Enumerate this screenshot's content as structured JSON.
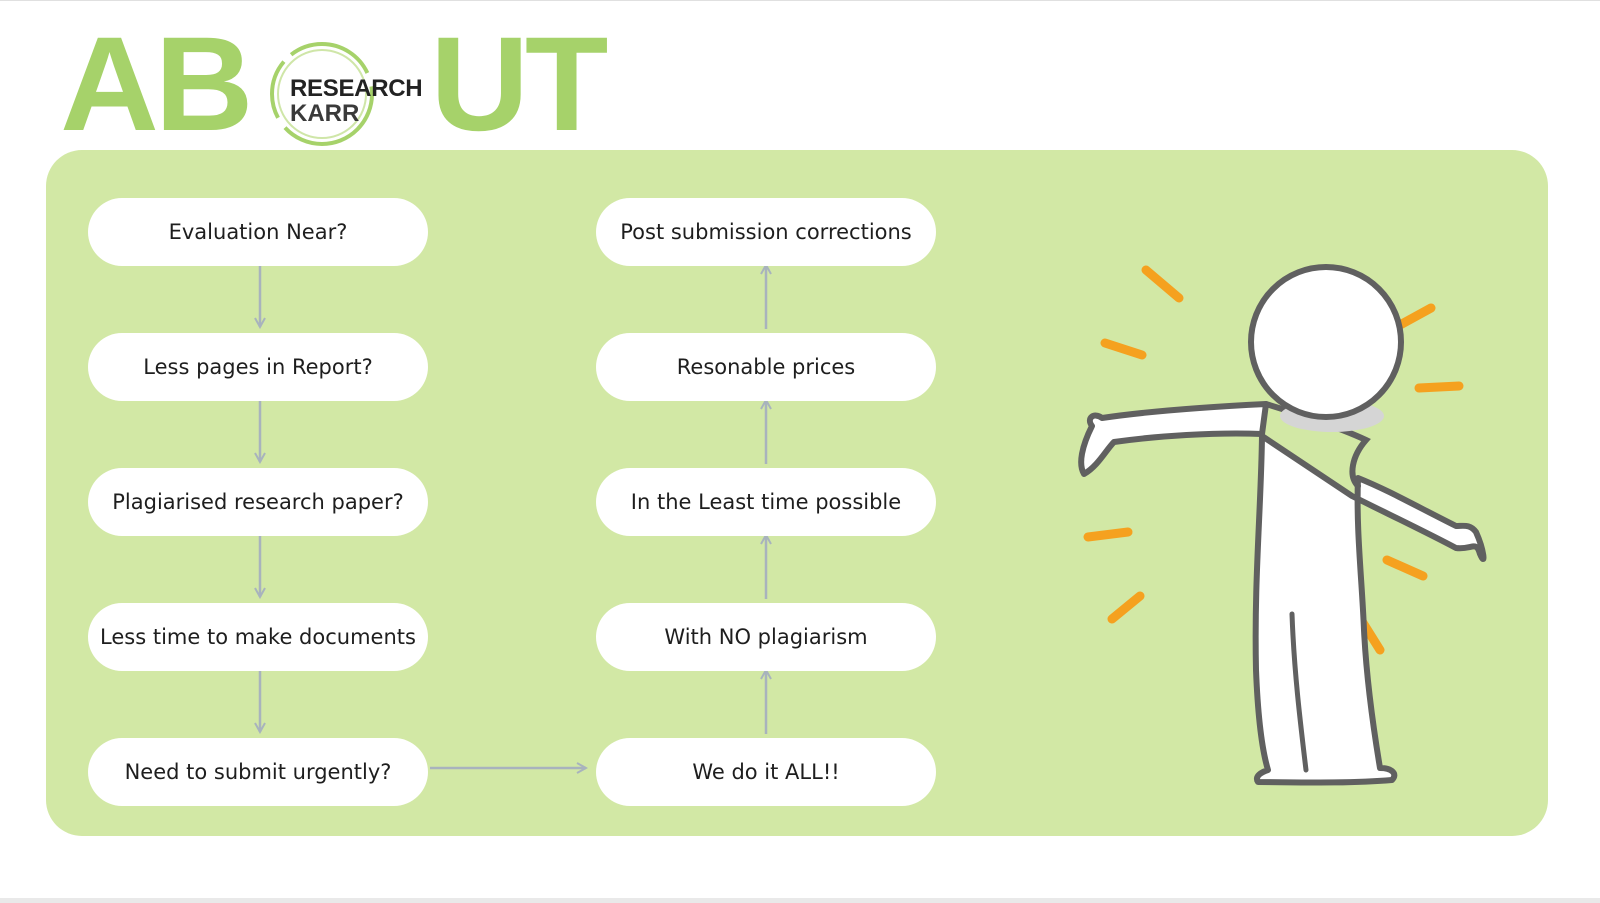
{
  "title": {
    "prefix": "AB",
    "suffix": "UT"
  },
  "logo": {
    "line1": "RESEARCH",
    "line2": "KARR"
  },
  "flow_left": [
    "Evaluation Near?",
    "Less pages in Report?",
    "Plagiarised research paper?",
    "Less time to make documents",
    "Need to submit urgently?"
  ],
  "flow_right": [
    "Post submission corrections",
    "Resonable prices",
    "In the Least time possible",
    "With NO plagiarism",
    "We do it ALL!!"
  ],
  "colors": {
    "title_green": "#a6d26a",
    "panel_green": "#d2e8a5",
    "arrow_gray": "#a8b3bd",
    "sparkle_orange": "#f5a11f"
  },
  "illustration": "cheerful-stick-figure"
}
